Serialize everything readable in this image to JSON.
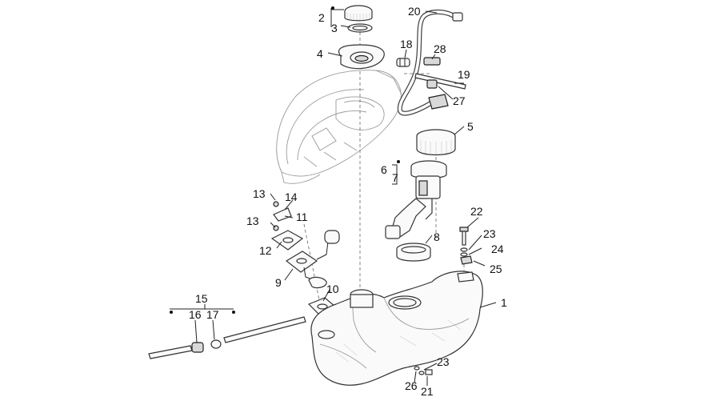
{
  "callouts": {
    "c1": "1",
    "c2": "2",
    "c3": "3",
    "c4": "4",
    "c5": "5",
    "c6": "6",
    "c7": "7",
    "c8": "8",
    "c9": "9",
    "c10": "10",
    "c11": "11",
    "c12": "12",
    "c13a": "13",
    "c13b": "13",
    "c14": "14",
    "c15": "15",
    "c16": "16",
    "c17": "17",
    "c18": "18",
    "c19": "19",
    "c20": "20",
    "c21": "21",
    "c22": "22",
    "c23a": "23",
    "c23b": "23",
    "c24": "24",
    "c25": "25",
    "c26": "26",
    "c27": "27",
    "c28": "28"
  }
}
